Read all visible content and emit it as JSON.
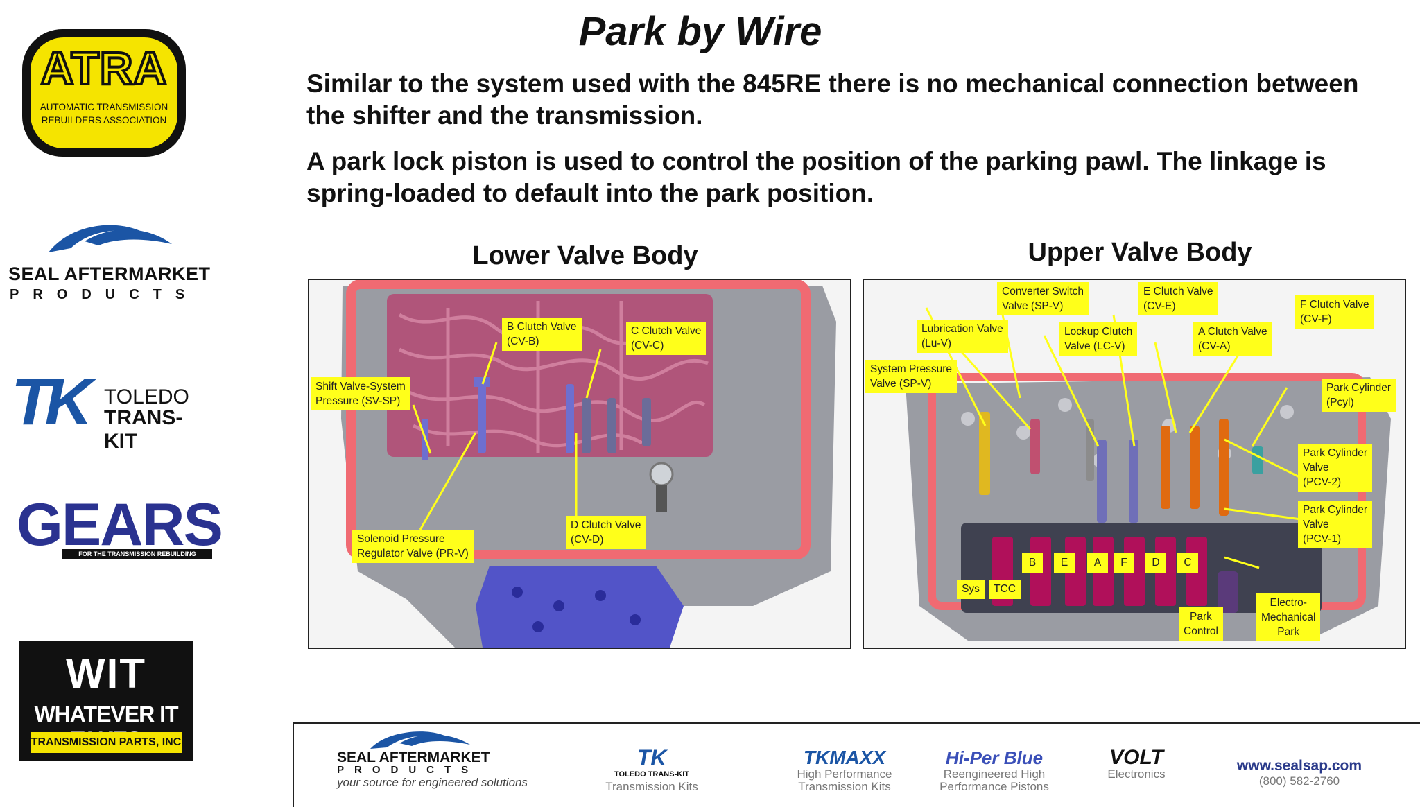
{
  "title": "Park by Wire",
  "paragraphs": [
    "Similar to the system used with the 845RE there is no mechanical connection between the shifter and the transmission.",
    "A park lock piston is used to control the position of the parking pawl. The linkage is spring-loaded to default into the park position."
  ],
  "sidebar": {
    "atra": {
      "word": "ATRA",
      "line1": "AUTOMATIC TRANSMISSION",
      "line2": "REBUILDERS ASSOCIATION"
    },
    "seal": {
      "name": "SEAL AFTERMARKET",
      "products": "PRODUCTS"
    },
    "toledo": {
      "mark": "TK",
      "line1": "TOLEDO",
      "line2": "TRANS-KIT"
    },
    "gears": {
      "word": "GEARS",
      "tagline": "FOR THE TRANSMISSION REBUILDING INDUSTRY"
    },
    "wit": {
      "word": "WIT",
      "tagline": "WHATEVER IT TAKES",
      "company": "TRANSMISSION PARTS, INC"
    }
  },
  "lower_valve_body": {
    "title": "Lower Valve Body",
    "callouts": {
      "sv_sp": "Shift Valve-System\nPressure (SV-SP)",
      "cv_b": "B Clutch Valve\n(CV-B)",
      "cv_c": "C Clutch Valve\n(CV-C)",
      "pr_v": "Solenoid Pressure\nRegulator Valve (PR-V)",
      "cv_d": "D Clutch Valve\n(CV-D)"
    }
  },
  "upper_valve_body": {
    "title": "Upper Valve Body",
    "callouts": {
      "sp_v": "Converter Switch\nValve (SP-V)",
      "cv_e": "E Clutch Valve\n(CV-E)",
      "cv_f": "F Clutch Valve\n(CV-F)",
      "lu_v": "Lubrication Valve\n(Lu-V)",
      "lc_v": "Lockup Clutch\nValve (LC-V)",
      "cv_a": "A Clutch Valve\n(CV-A)",
      "sv_p": "System Pressure\nValve (SP-V)",
      "pcyl": "Park Cylinder\n(Pcyl)",
      "pcv2": "Park Cylinder\nValve\n(PCV-2)",
      "pcv1": "Park Cylinder\nValve\n(PCV-1)",
      "emp": "Electro-\nMechanical\nPark",
      "park_control": "Park\nControl"
    },
    "solenoid_tags": [
      "B",
      "E",
      "A",
      "F",
      "D",
      "C"
    ],
    "lower_tags": [
      "Sys",
      "TCC"
    ]
  },
  "footer": {
    "seal_name": "SEAL AFTERMARKET",
    "seal_products": "PRODUCTS",
    "seal_slogan": "your source for engineered solutions",
    "tk_mark": "TK",
    "tk_brand": "TOLEDO TRANS-KIT",
    "tk_sub": "Transmission Kits",
    "tkmaxx_brand": "TKMAXX",
    "tkmaxx_sub1": "High Performance",
    "tkmaxx_sub2": "Transmission Kits",
    "hiper_brand": "Hi-Per Blue",
    "hiper_sub1": "Reengineered High",
    "hiper_sub2": "Performance Pistons",
    "volt_brand": "VOLT",
    "volt_sub": "Electronics",
    "url": "www.sealsap.com",
    "phone": "(800) 582-2760"
  },
  "colors": {
    "callout_yellow": "#ffff1a",
    "gasket_red": "#f06a72",
    "plate_maroon": "#b0557a",
    "body_gray": "#9a9ca3",
    "brand_blue": "#1b55a5"
  }
}
